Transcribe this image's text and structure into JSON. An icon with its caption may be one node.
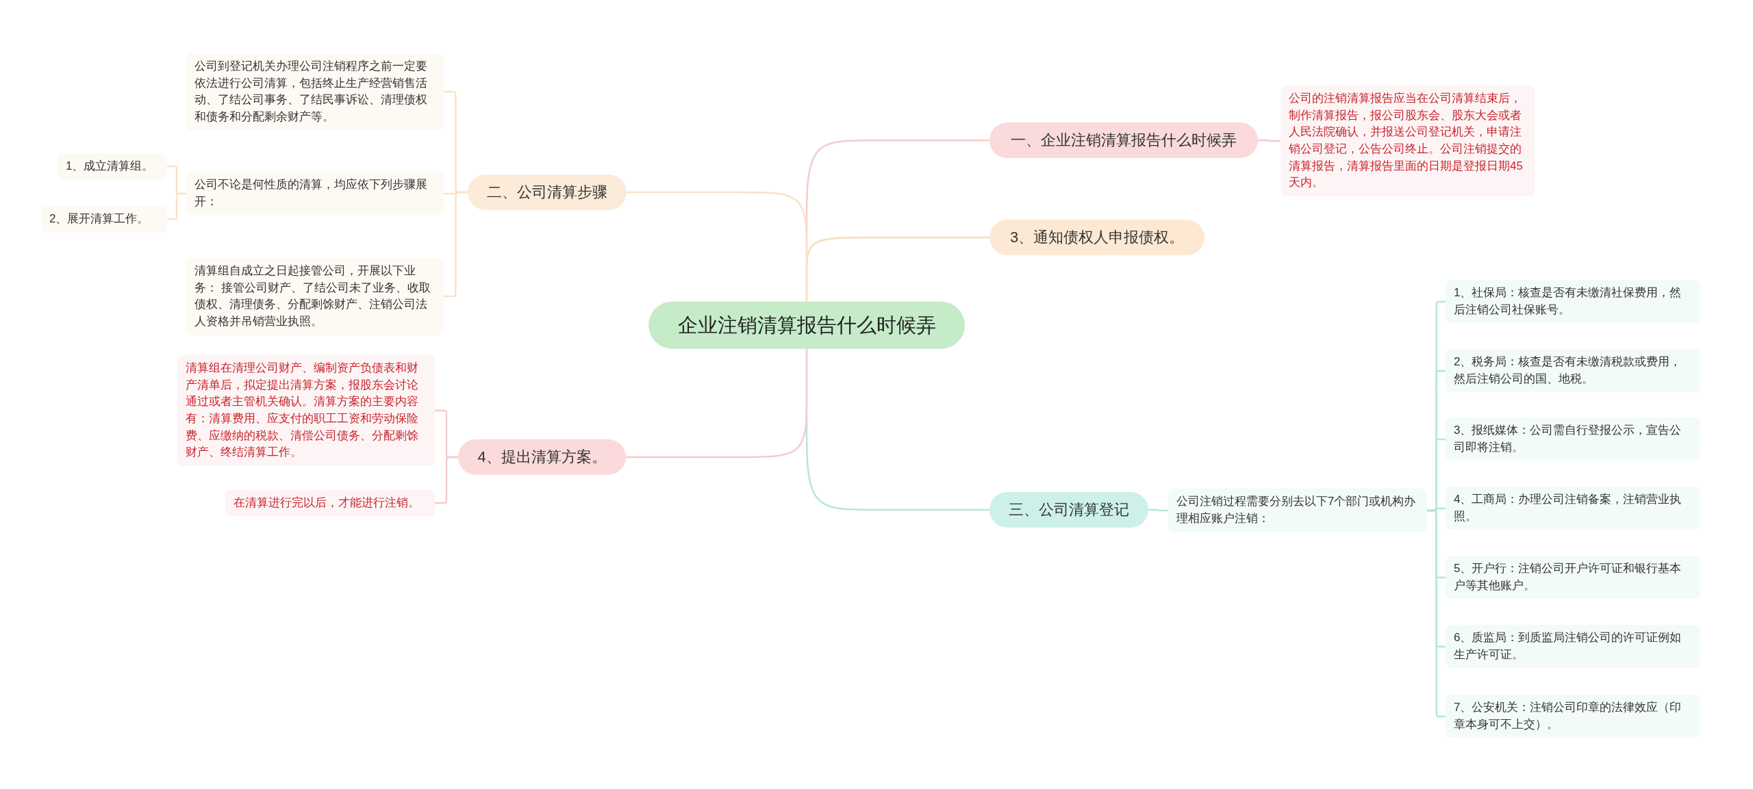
{
  "diagram": {
    "nodes": [
      {
        "text": [
          "企业注销清算报告什么时候弄"
        ]
      },
      {
        "text": [
          "一、企业注销清算报告什么时候弄"
        ]
      },
      {
        "text": [
          "公司的注销清算报告应当在公司清算结束后，制作清算报告，报公司股东会、股东大会或者人民法院确认，并报送公司登记机关，申请注销公司登记，公告公司终止。公司注销提交的清算报告，清算报告里面的日期是登报日期45天内。"
        ]
      },
      {
        "text": [
          "3、通知债权人申报债权。"
        ]
      },
      {
        "text": [
          "三、公司清算登记"
        ]
      },
      {
        "text": [
          "公司注销过程需要分别去以下7个部门或机构办理相应账户注销："
        ]
      },
      {
        "text": [
          "1、社保局：核查是否有未缴清社保费用，然后注销公司社保账号。"
        ]
      },
      {
        "text": [
          "2、税务局：核查是否有未缴清税款或费用，然后注销公司的国、地税。"
        ]
      },
      {
        "text": [
          "3、报纸媒体：公司需自行登报公示，宣告公司即将注销。"
        ]
      },
      {
        "text": [
          "4、工商局：办理公司注销备案，注销营业执照。"
        ]
      },
      {
        "text": [
          "5、开户行：注销公司开户许可证和银行基本户等其他账户。"
        ]
      },
      {
        "text": [
          "6、质监局：到质监局注销公司的许可证例如生产许可证。"
        ]
      },
      {
        "text": [
          "7、公安机关：注销公司印章的法律效应（印章本身可不上交）。"
        ]
      },
      {
        "text": [
          "二、公司清算步骤"
        ]
      },
      {
        "text": [
          "公司到登记机关办理公司注销程序之前一定要依法进行公司清算，包括终止生产经营销售活动、了结公司事务、了结民事诉讼、清理债权和债务和分配剩余财产等。"
        ]
      },
      {
        "text": [
          "公司不论是何性质的清算，均应依下列步骤展开："
        ]
      },
      {
        "text": [
          "1、成立清算组。"
        ]
      },
      {
        "text": [
          "2、展开清算工作。"
        ]
      },
      {
        "text": [
          "清算组自成立之日起接管公司，开展以下业务：  接管公司财产、了结公司未了业务、收取债权、清理债务、分配剩馀财产、注销公司法人资格并吊销营业执照。"
        ]
      },
      {
        "text": [
          "4、提出清算方案。"
        ]
      },
      {
        "text": [
          "清算组在清理公司财产、编制资产负债表和财产清单后，拟定提出清算方案，报股东会讨论通过或者主管机关确认。清算方案的主要内容有：清算费用、应支付的职工工资和劳动保险费、应缴纳的税款、清偿公司债务、分配剩馀财产、终结清算工作。"
        ]
      },
      {
        "text": [
          "在清算进行完以后，才能进行注销。"
        ]
      }
    ],
    "edges": [
      {
        "from": 0,
        "to": 1,
        "arrow": "none",
        "color": "#f5cccc"
      },
      {
        "from": 1,
        "to": 2,
        "arrow": "none",
        "color": "#f5cccc"
      },
      {
        "from": 0,
        "to": 3,
        "arrow": "none",
        "color": "#fbdcb9"
      },
      {
        "from": 0,
        "to": 4,
        "arrow": "none",
        "color": "#b5e6dc"
      },
      {
        "from": 4,
        "to": 5,
        "arrow": "none",
        "color": "#b5e6dc"
      },
      {
        "from": 5,
        "to": 6,
        "arrow": "none",
        "color": "#b5e6dc"
      },
      {
        "from": 5,
        "to": 7,
        "arrow": "none",
        "color": "#b5e6dc"
      },
      {
        "from": 5,
        "to": 8,
        "arrow": "none",
        "color": "#b5e6dc"
      },
      {
        "from": 5,
        "to": 9,
        "arrow": "none",
        "color": "#b5e6dc"
      },
      {
        "from": 5,
        "to": 10,
        "arrow": "none",
        "color": "#b5e6dc"
      },
      {
        "from": 5,
        "to": 11,
        "arrow": "none",
        "color": "#b5e6dc"
      },
      {
        "from": 5,
        "to": 12,
        "arrow": "none",
        "color": "#b5e6dc"
      },
      {
        "from": 0,
        "to": 13,
        "arrow": "none",
        "color": "#fbe2c6"
      },
      {
        "from": 13,
        "to": 14,
        "arrow": "none",
        "color": "#fbe2c6"
      },
      {
        "from": 13,
        "to": 15,
        "arrow": "none",
        "color": "#fbe2c6"
      },
      {
        "from": 13,
        "to": 18,
        "arrow": "none",
        "color": "#fbe2c6"
      },
      {
        "from": 15,
        "to": 16,
        "arrow": "none",
        "color": "#fbe2c6"
      },
      {
        "from": 15,
        "to": 17,
        "arrow": "none",
        "color": "#fbe2c6"
      },
      {
        "from": 0,
        "to": 19,
        "arrow": "none",
        "color": "#f5cccc"
      },
      {
        "from": 19,
        "to": 20,
        "arrow": "none",
        "color": "#f5cccc"
      },
      {
        "from": 19,
        "to": 21,
        "arrow": "none",
        "color": "#f5cccc"
      }
    ]
  }
}
